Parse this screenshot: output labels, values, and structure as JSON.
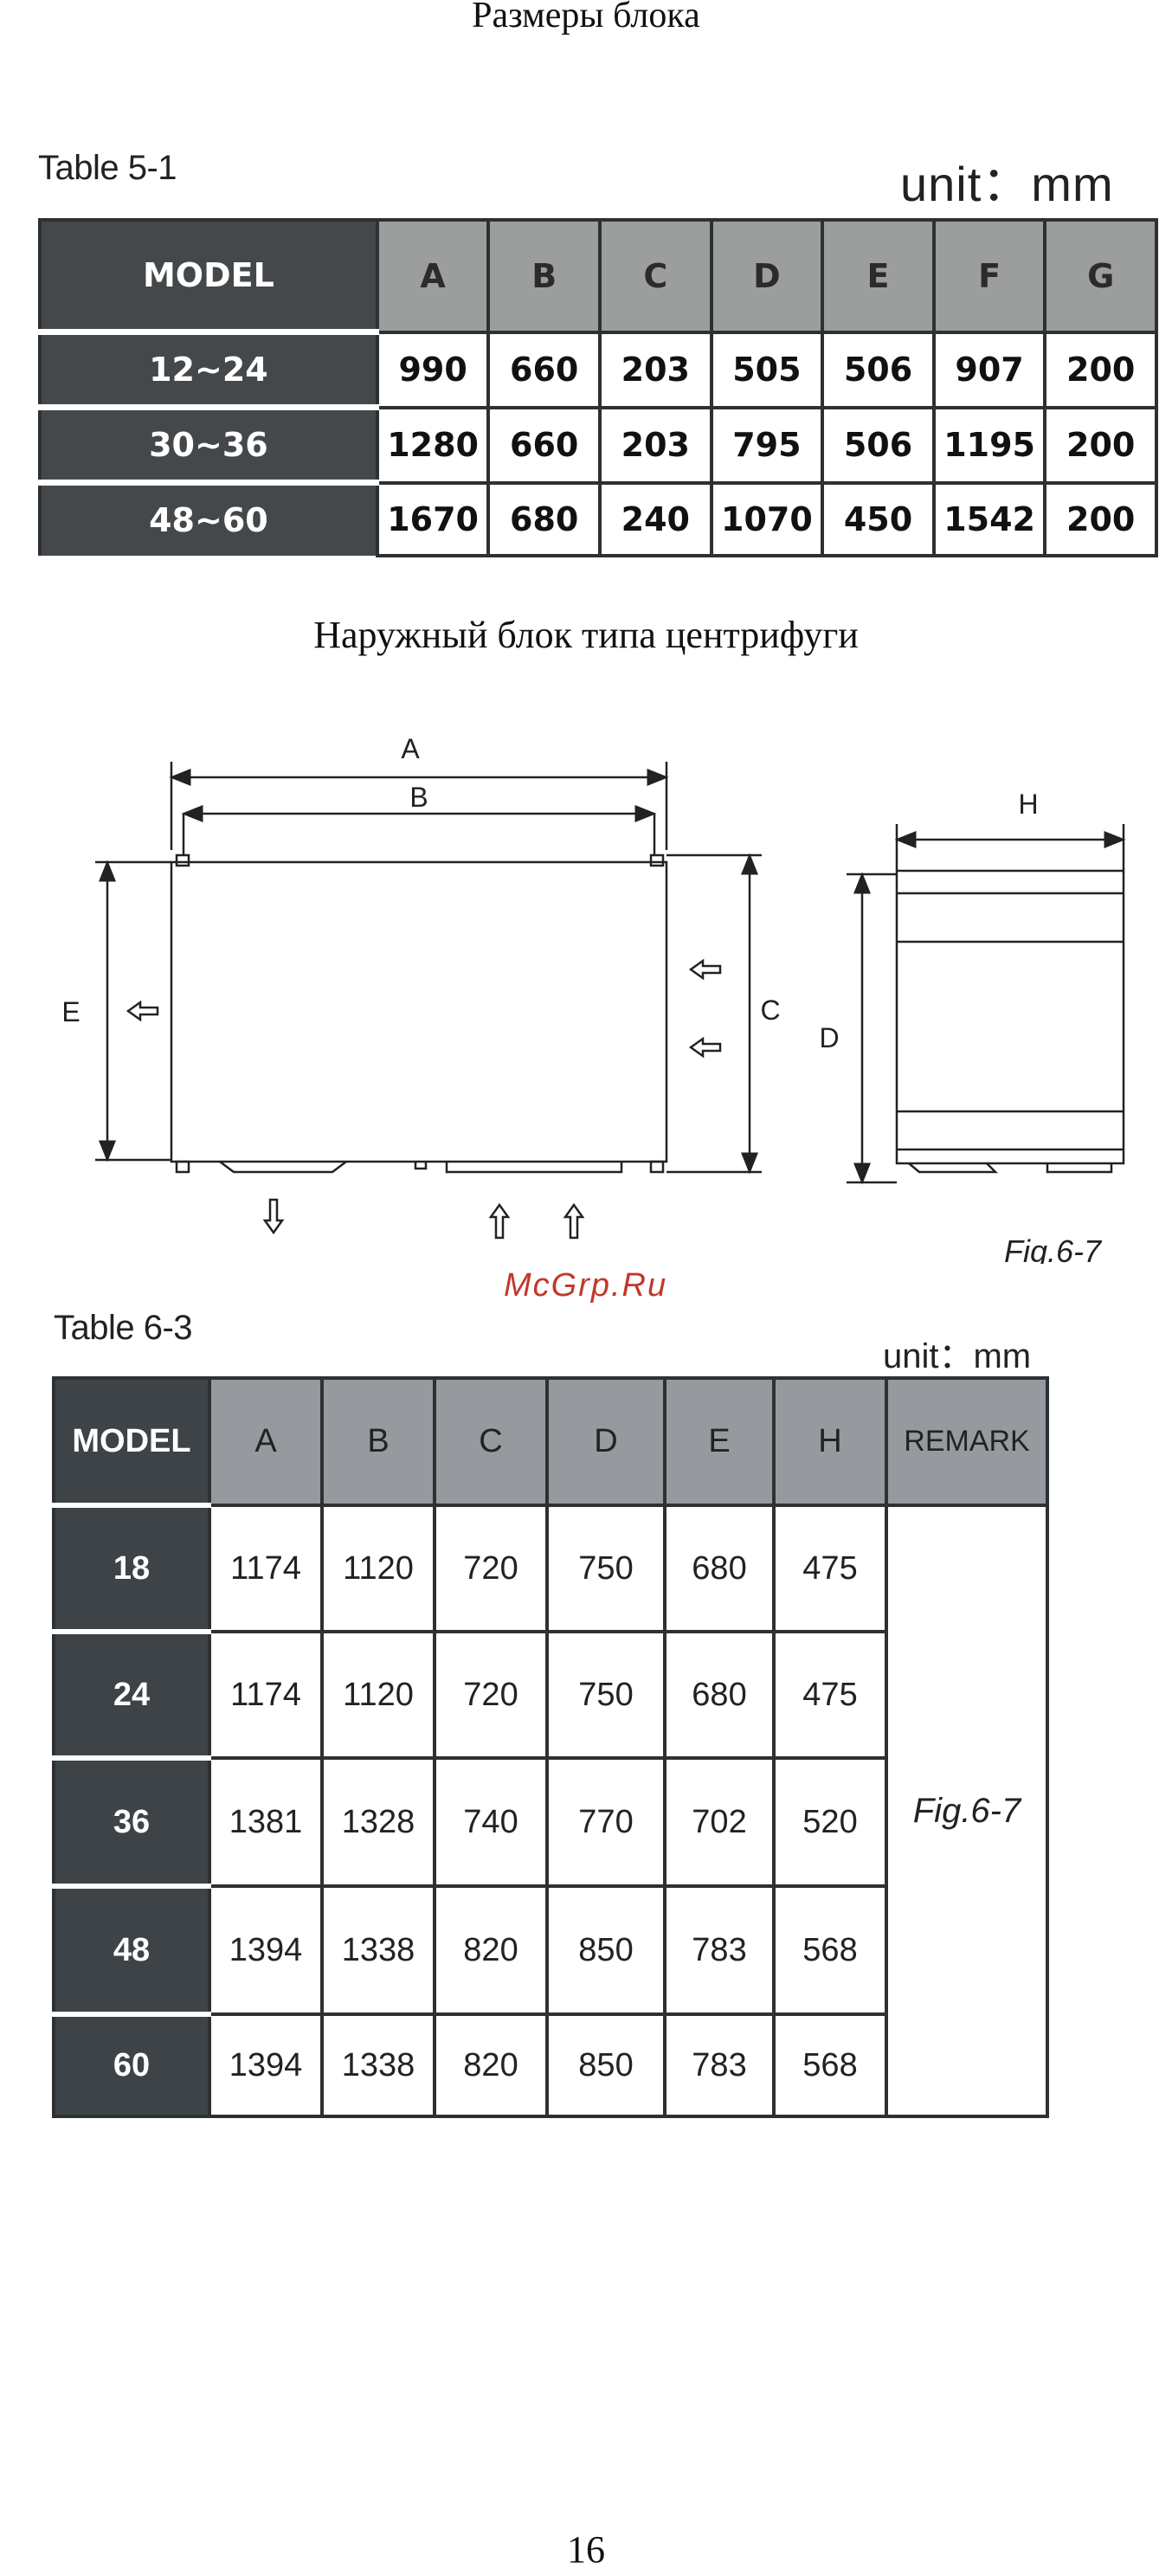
{
  "page_title": "Размеры блока",
  "table_5_1": {
    "caption": "Table 5-1",
    "unit": "unit：mm",
    "headers": [
      "MODEL",
      "A",
      "B",
      "C",
      "D",
      "E",
      "F",
      "G"
    ],
    "rows": [
      [
        "12~24",
        "990",
        "660",
        "203",
        "505",
        "506",
        "907",
        "200"
      ],
      [
        "30~36",
        "1280",
        "660",
        "203",
        "795",
        "506",
        "1195",
        "200"
      ],
      [
        "48~60",
        "1670",
        "680",
        "240",
        "1070",
        "450",
        "1542",
        "200"
      ]
    ]
  },
  "section_subtitle": "Наружный блок типа центрифуги",
  "figure": {
    "labels": {
      "A": "A",
      "B": "B",
      "C": "C",
      "D": "D",
      "E": "E",
      "H": "H"
    },
    "caption": "Fig.6-7"
  },
  "watermark": "McGrp.Ru",
  "table_6_3": {
    "caption": "Table 6-3",
    "unit": "unit：mm",
    "headers": [
      "MODEL",
      "A",
      "B",
      "C",
      "D",
      "E",
      "H",
      "REMARK"
    ],
    "rows": [
      [
        "18",
        "1174",
        "1120",
        "720",
        "750",
        "680",
        "475"
      ],
      [
        "24",
        "1174",
        "1120",
        "720",
        "750",
        "680",
        "475"
      ],
      [
        "36",
        "1381",
        "1328",
        "740",
        "770",
        "702",
        "520"
      ],
      [
        "48",
        "1394",
        "1338",
        "820",
        "850",
        "783",
        "568"
      ],
      [
        "60",
        "1394",
        "1338",
        "820",
        "850",
        "783",
        "568"
      ]
    ],
    "remark": "Fig.6-7"
  },
  "page_number": "16"
}
